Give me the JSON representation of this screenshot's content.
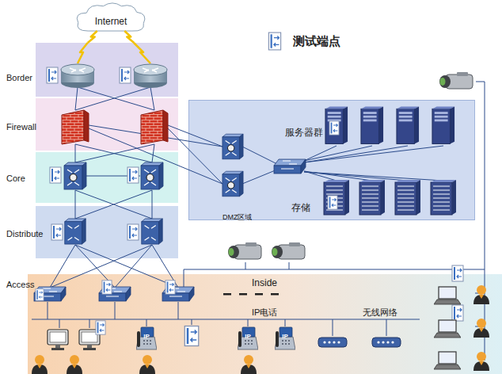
{
  "diagram": {
    "nodes": [
      {
        "text": [
          "Internet"
        ]
      },
      {
        "text": [
          "Border"
        ]
      },
      {
        "text": [
          "Firewall"
        ]
      },
      {
        "text": [
          "Core"
        ]
      },
      {
        "text": [
          "Distribute"
        ]
      },
      {
        "text": [
          "Access"
        ]
      },
      {
        "text": [
          "DMZ区域"
        ]
      },
      {
        "text": [
          "IP"
        ],
        "in": 5
      },
      {
        "text": [
          "IP"
        ],
        "in": 5
      },
      {
        "text": [
          "IP"
        ],
        "in": 5
      }
    ],
    "edges": [
      {
        "from": 0,
        "to": 1,
        "arrow": "none"
      },
      {
        "from": 0,
        "to": 1,
        "arrow": "none"
      }
    ],
    "labels": [
      "服务器群",
      "存储",
      "Inside",
      "IP电话",
      "无线网络"
    ],
    "legend": [
      {
        "text": "测试端点"
      }
    ]
  }
}
